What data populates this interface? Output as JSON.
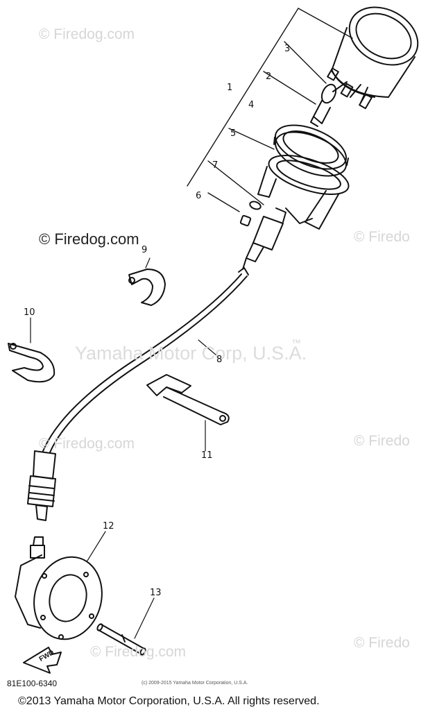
{
  "watermarks": {
    "site": "© Firedog.com",
    "site_short": "© Firedo",
    "company": "Yamaha Motor Corp, U.S.A.",
    "trademark": "™"
  },
  "callouts": [
    "1",
    "2",
    "3",
    "4",
    "5",
    "6",
    "7",
    "8",
    "9",
    "10",
    "11",
    "12",
    "13"
  ],
  "fwd_label": "FWD",
  "diagram_code": "81E100-6340",
  "small_copyright": "(c) 2009-2015 Yamaha Motor Corporation, U.S.A.",
  "footer": "©2013 Yamaha Motor Corporation, U.S.A. All rights reserved."
}
